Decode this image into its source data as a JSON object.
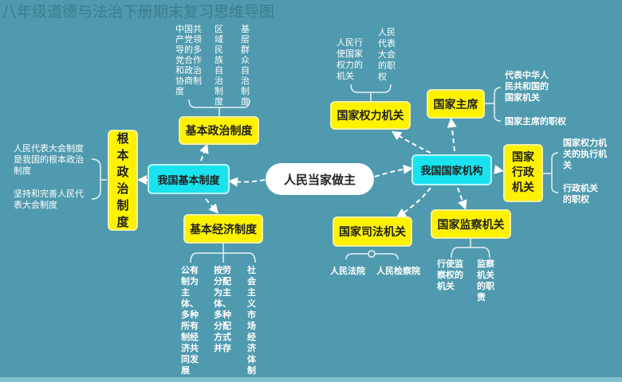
{
  "title": "八年级道德与法治下册期末复习思维导图",
  "center": "人民当家做主",
  "basic_system": {
    "label": "我国基本制度",
    "fundamental": {
      "label": "根本政治制度",
      "leaves": [
        "人民代表大会制度是我国的根本政治制度",
        "坚持和完善人民代表大会制度"
      ]
    },
    "political": {
      "label": "基本政治制度",
      "leaves": [
        "中国共产党领导的多党合作和政治协商制度",
        "区域民族自治制度",
        "基层群众自治制度"
      ]
    },
    "economic": {
      "label": "基本经济制度",
      "leaves": [
        "公有制为主体、多种所有制经济共同发展",
        "按劳分配为主体、多种分配方式并存",
        "社会主义市场经济体制"
      ]
    }
  },
  "state_organs": {
    "label": "我国国家机构",
    "power": {
      "label": "国家权力机关",
      "leaves": [
        "人民行使国家权力的机关",
        "人民代表大会的职权"
      ]
    },
    "president": {
      "label": "国家主席",
      "leaves": [
        "代表中华人民共和国的国家机关",
        "国家主席的职权"
      ]
    },
    "administrative": {
      "label": "国家行政机关",
      "leaves": [
        "国家权力机关的执行机关",
        "行政机关的职权"
      ]
    },
    "judicial": {
      "label": "国家司法机关",
      "leaves": [
        "人民法院",
        "人民检察院"
      ]
    },
    "supervisory": {
      "label": "国家监察机关",
      "leaves": [
        "行使监察权的机关",
        "监察机关的职责"
      ]
    }
  }
}
